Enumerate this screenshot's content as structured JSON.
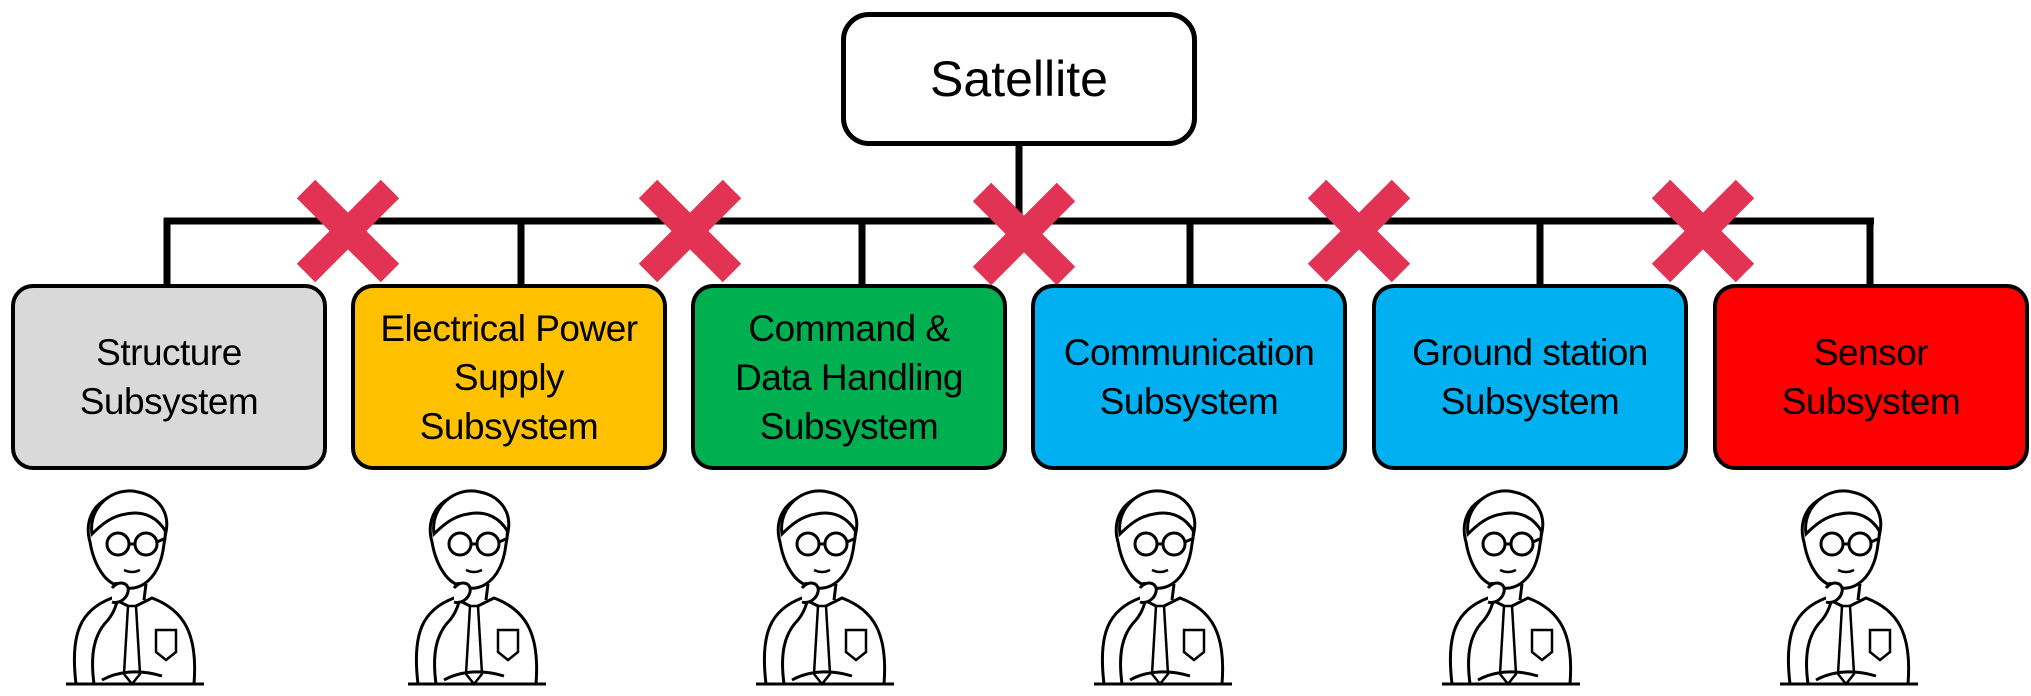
{
  "root": {
    "label": "Satellite"
  },
  "subsystems": [
    {
      "label": "Structure\nSubsystem",
      "color": "#d9d9d9"
    },
    {
      "label": "Electrical Power\nSupply\nSubsystem",
      "color": "#ffc000"
    },
    {
      "label": "Command &\nData Handling\nSubsystem",
      "color": "#00b050"
    },
    {
      "label": "Communication\nSubsystem",
      "color": "#00b0f0"
    },
    {
      "label": "Ground station\nSubsystem",
      "color": "#00b0f0"
    },
    {
      "label": "Sensor\nSubsystem",
      "color": "#ff0000"
    }
  ],
  "colors": {
    "cross": "#e23355",
    "line": "#000000"
  },
  "icons": {
    "person": "thinking-engineer-icon",
    "cross": "cross-mark-icon"
  }
}
